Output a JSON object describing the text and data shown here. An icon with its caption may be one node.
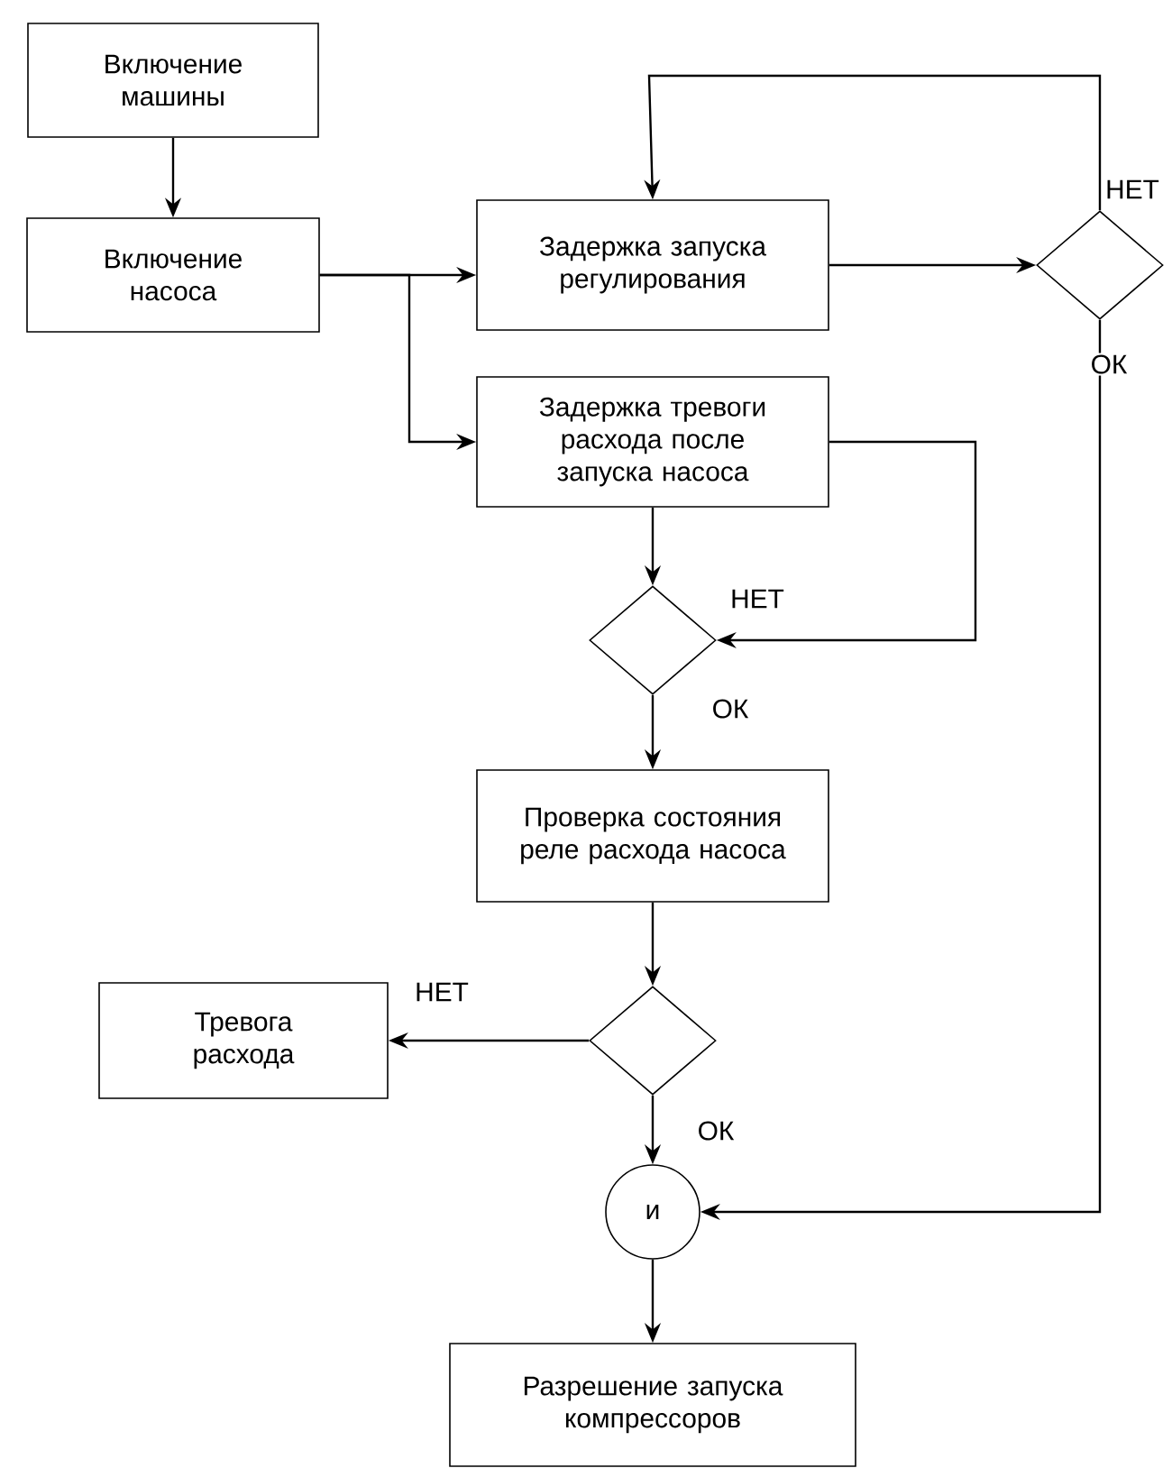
{
  "diagram": {
    "nodes": [
      {
        "text": [
          "Включение машины"
        ]
      },
      {
        "text": [
          "Включение насоса"
        ]
      },
      {
        "text": [
          "Задержка запуска регулирования"
        ]
      },
      {
        "text": [],
        "shape": "diamond"
      },
      {
        "text": [
          "Задержка тревоги расхода после запуска насоса"
        ]
      },
      {
        "text": [],
        "shape": "diamond"
      },
      {
        "text": [
          "Проверка состояния реле расхода насоса"
        ]
      },
      {
        "text": [],
        "shape": "diamond"
      },
      {
        "text": [
          "Тревога расхода"
        ]
      },
      {
        "text": [
          "и"
        ]
      },
      {
        "text": [
          "Разрешение запуска компрессоров"
        ]
      }
    ],
    "edges": [
      {
        "from": 0,
        "to": 1,
        "arrow": "to"
      },
      {
        "from": 1,
        "to": 2,
        "arrow": "to"
      },
      {
        "from": 1,
        "to": 4,
        "arrow": "to"
      },
      {
        "from": 2,
        "to": 3,
        "arrow": "to"
      },
      {
        "from": 3,
        "to": 2,
        "arrow": "to",
        "label": "НЕТ"
      },
      {
        "from": 3,
        "to": 9,
        "arrow": "to",
        "label": "ОК"
      },
      {
        "from": 4,
        "to": 5,
        "arrow": "to"
      },
      {
        "from": 4,
        "to": 5,
        "arrow": "to",
        "label": "НЕТ"
      },
      {
        "from": 5,
        "to": 6,
        "arrow": "to",
        "label": "ОК"
      },
      {
        "from": 6,
        "to": 7,
        "arrow": "to"
      },
      {
        "from": 7,
        "to": 8,
        "arrow": "to",
        "label": "НЕТ"
      },
      {
        "from": 7,
        "to": 9,
        "arrow": "to",
        "label": "ОК"
      },
      {
        "from": 9,
        "to": 10,
        "arrow": "to"
      }
    ]
  }
}
